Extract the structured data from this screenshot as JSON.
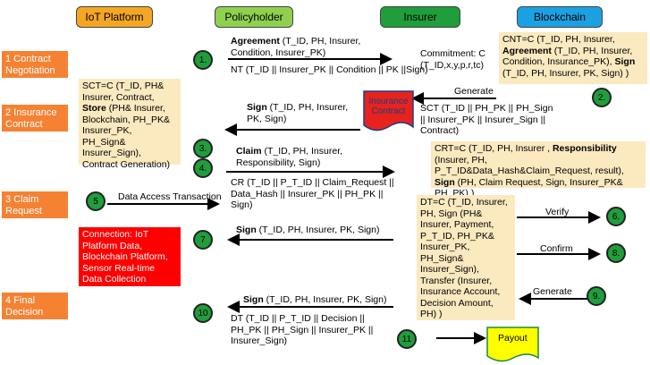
{
  "headers": {
    "iot": "IoT Platform",
    "policyholder": "Policyholder",
    "insurer": "Insurer",
    "blockchain": "Blockchain"
  },
  "stages": {
    "s1": "1 Contract Negotiation",
    "s2": "2 Insurance Contract",
    "s3": "3 Claim Request",
    "s4": "4 Final Decision"
  },
  "steps": [
    "1.",
    "2.",
    "3.",
    "4.",
    "5",
    "6.",
    "7",
    "8.",
    "9.",
    "10",
    "11"
  ],
  "messages": {
    "agreement_bold": "Agreement",
    "agreement_rest": " (T_ID, PH, Insurer, Condition, Insurer_PK)",
    "nt": "NT (T_ID || Insurer_PK || Condition || PK ||Sign)",
    "commitment": "Commitment: C (T_ID,x,y,p,r,tc)",
    "generate1": "Generate",
    "sct_hash": "SCT (T_ID || PH_PK || PH_Sign || Insurer_PK || Insurer_Sign || Contract)",
    "sign3_bold": "Sign",
    "sign3_rest": " (T_ID, PH, Insurer, PK, Sign)",
    "claim_bold": "Claim",
    "claim_rest": " (T_ID, PH, Insurer, Responsibility, Sign)",
    "cr": "CR (T_ID || P_T_ID || Claim_Request || Data_Hash || Insurer_PK || PH_PK || Sign)",
    "data_access": "Data Access Transaction",
    "verify": "Verify",
    "sign7_bold": "Sign",
    "sign7_rest": " (T_ID, PH, Insurer, PK, Sign)",
    "confirm": "Confirm",
    "generate2": "Generate",
    "sign10_bold": "Sign",
    "sign10_rest": " (T_ID, PH, Insurer, PK, Sign)",
    "dt": "DT (T_ID || P_T_ID || Decision || PH_PK || PH_Sign || Insurer_PK || Insurer_Sign)"
  },
  "notes": {
    "cnt_pre": "CNT=C (T_ID, PH, Insurer, ",
    "cnt_bold1": "Agreement",
    "cnt_mid": " (T_ID, PH, Insurer, Condition, Insurance_PK), ",
    "cnt_bold2": "Sign",
    "cnt_post": " (T_ID, PH, Insurer, PK, Sign) )",
    "sct_pre": "SCT=C (T_ID, PH& Insurer, Contract, ",
    "sct_bold": "Store",
    "sct_post": " (PH& Insurer, Blockchain, PH_PK& Insurer_PK, PH_Sign& Insurer_Sign), Contract Generation)",
    "crt_pre": "CRT=C (T_ID, PH, Insurer , ",
    "crt_bold1": "Responsibility",
    "crt_mid": " (Insurer, PH, P_T_ID&Data_Hash&Claim_Request, result), ",
    "crt_bold2": "Sign",
    "crt_post": " (PH, Claim Request, Sign, Insurer_PK& PH_PK) )",
    "dt": "DT=C (T_ID, Insurer, PH, Sign (PH& Insurer, Payment, P_T_ID, PH_PK& Insurer_PK, PH_Sign& Insurer_Sign), Transfer (Insurer, Insurance Account, Decision Amount, PH) )",
    "connection": "Connection: IoT Platform Data, Blockchain Platform, Sensor Real-time Data Collection"
  },
  "documents": {
    "insurance_contract": "Insurance Contract",
    "payout": "Payout"
  },
  "colors": {
    "stage": "#f58233",
    "note": "#fbe9bf",
    "step": "#1f9e3b",
    "iot_header": "#f5a623",
    "policyholder_header": "#8fd14f",
    "insurer_header": "#1f9e3b",
    "blockchain_header": "#1ba1e2",
    "contract_doc": "#e8231b",
    "payout_doc": "#ffff00",
    "connection": "#ff0000"
  }
}
